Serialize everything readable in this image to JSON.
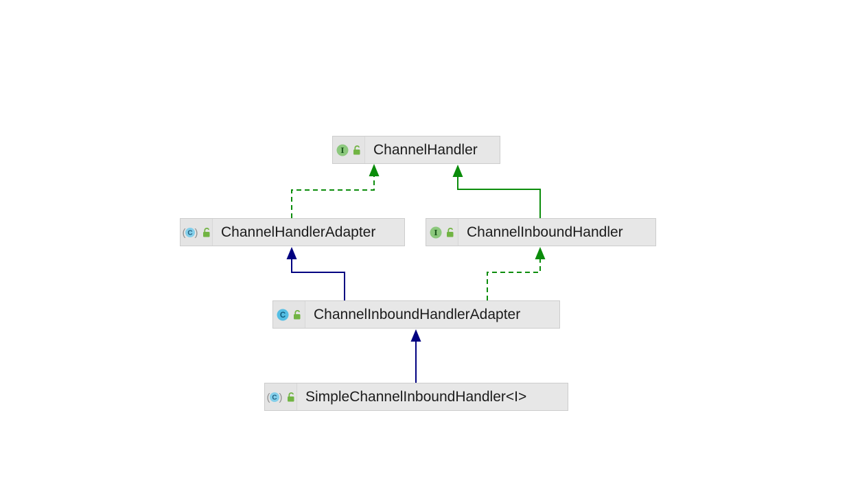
{
  "diagram": {
    "title": "Class hierarchy diagram",
    "nodes": [
      {
        "id": "ChannelHandler",
        "label": "ChannelHandler",
        "kind": "interface",
        "visibility": "public",
        "type_icon": "interface-icon",
        "visibility_icon": "public-open-lock-icon"
      },
      {
        "id": "ChannelHandlerAdapter",
        "label": "ChannelHandlerAdapter",
        "kind": "abstract-class",
        "visibility": "public",
        "type_icon": "abstract-class-icon",
        "visibility_icon": "public-open-lock-icon"
      },
      {
        "id": "ChannelInboundHandler",
        "label": "ChannelInboundHandler",
        "kind": "interface",
        "visibility": "public",
        "type_icon": "interface-icon",
        "visibility_icon": "public-open-lock-icon"
      },
      {
        "id": "ChannelInboundHandlerAdapter",
        "label": "ChannelInboundHandlerAdapter",
        "kind": "class",
        "visibility": "public",
        "type_icon": "class-icon",
        "visibility_icon": "public-open-lock-icon"
      },
      {
        "id": "SimpleChannelInboundHandler",
        "label": "SimpleChannelInboundHandler<I>",
        "kind": "abstract-class",
        "visibility": "public",
        "type_icon": "abstract-class-icon",
        "visibility_icon": "public-open-lock-icon"
      }
    ],
    "edges": [
      {
        "from": "ChannelHandlerAdapter",
        "to": "ChannelHandler",
        "type": "implements",
        "line": "dashed",
        "arrow": "filled-triangle"
      },
      {
        "from": "ChannelInboundHandler",
        "to": "ChannelHandler",
        "type": "extends",
        "line": "solid",
        "arrow": "filled-triangle"
      },
      {
        "from": "ChannelInboundHandlerAdapter",
        "to": "ChannelHandlerAdapter",
        "type": "extends",
        "line": "solid",
        "arrow": "filled-triangle"
      },
      {
        "from": "ChannelInboundHandlerAdapter",
        "to": "ChannelInboundHandler",
        "type": "implements",
        "line": "dashed",
        "arrow": "filled-triangle"
      },
      {
        "from": "SimpleChannelInboundHandler",
        "to": "ChannelInboundHandlerAdapter",
        "type": "extends",
        "line": "solid",
        "arrow": "filled-triangle"
      }
    ],
    "colors": {
      "interface_edge": "#0a8c0a",
      "class_edge": "#000080",
      "node_background": "#e7e7e7",
      "node_border": "#cccccc",
      "node_text": "#1b1b1b",
      "interface_icon_fill": "#8cc87d",
      "interface_icon_letter": "#1f5b1f",
      "class_icon_fill": "#54bee4",
      "class_icon_letter": "#135c7e",
      "abstract_paren": "#8f8f8f",
      "lock_green": "#71b443",
      "canvas_background": "#ffffff"
    }
  }
}
